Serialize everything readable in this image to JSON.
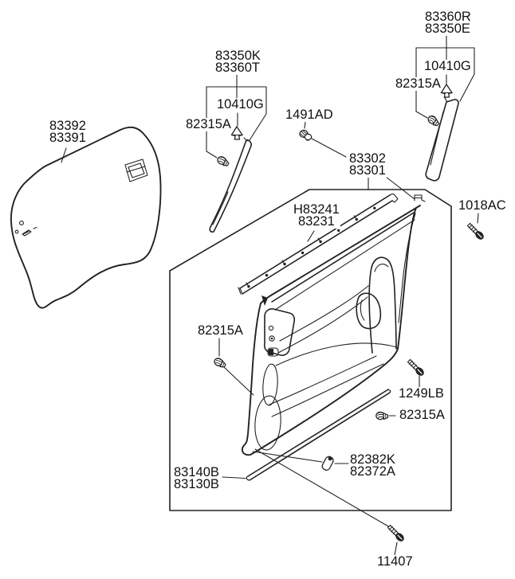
{
  "page": {
    "background": "#ffffff"
  },
  "diagram": {
    "line_color": "#222222",
    "text_color": "#111111",
    "parts": {
      "door_glass": {
        "line1": "83392",
        "line2": "83391"
      },
      "front_sash_trim": {
        "line1": "83350K",
        "line2": "83360T"
      },
      "front_sash_screw": {
        "label": "10410G"
      },
      "front_sash_clip": {
        "label": "82315A"
      },
      "trim_clip_1491": {
        "label": "1491AD"
      },
      "door_trim_panel": {
        "line1": "83302",
        "line2": "83301"
      },
      "rear_sash_trim": {
        "line1": "83360R",
        "line2": "83350E"
      },
      "rear_sash_screw": {
        "label": "10410G"
      },
      "rear_sash_clip": {
        "label": "82315A"
      },
      "panel_screw_1018": {
        "label": "1018AC"
      },
      "belt_molding": {
        "line1": "H83241",
        "line2": "83231"
      },
      "panel_clip_left": {
        "label": "82315A"
      },
      "panel_screw_1249": {
        "label": "1249LB"
      },
      "panel_clip_right": {
        "label": "82315A"
      },
      "grommet_82382": {
        "line1": "82382K",
        "line2": "82372A"
      },
      "lower_molding": {
        "line1": "83140B",
        "line2": "83130B"
      },
      "bolt_11407": {
        "label": "11407"
      }
    }
  }
}
